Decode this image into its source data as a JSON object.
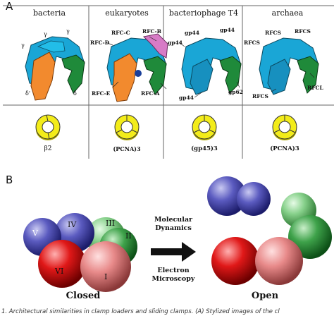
{
  "panel_a": {
    "letter": "A",
    "columns": [
      {
        "title": "bacteria",
        "labels": [
          "γ",
          "γ",
          "γ",
          "δ'",
          "δ"
        ],
        "ring_label": "β2"
      },
      {
        "title": "eukaryotes",
        "labels": [
          "RFC-D",
          "RFC-C",
          "RFC-B",
          "RFC-E",
          "RFC-A"
        ],
        "ring_label": "(PCNA)3"
      },
      {
        "title": "bacteriophage T4",
        "labels": [
          "gp44",
          "gp44",
          "gp44",
          "gp44",
          "gp62"
        ],
        "ring_label": "(gp45)3"
      },
      {
        "title": "archaea",
        "labels": [
          "RFCS",
          "RFCS",
          "RFCS",
          "RFCS",
          "RFCL"
        ],
        "ring_label": "(PCNA)3"
      }
    ]
  },
  "panel_b": {
    "letter": "B",
    "closed_label": "Closed",
    "open_label": "Open",
    "arrow_top": [
      "Molecular",
      "Dynamics"
    ],
    "arrow_bottom": [
      "Electron",
      "Microscopy"
    ],
    "subunits": [
      "V",
      "IV",
      "III",
      "II",
      "VI",
      "I"
    ]
  },
  "caption": "1.   Architectural similarities in clamp loaders and sliding clamps. (A) Stylized images of the cl"
}
